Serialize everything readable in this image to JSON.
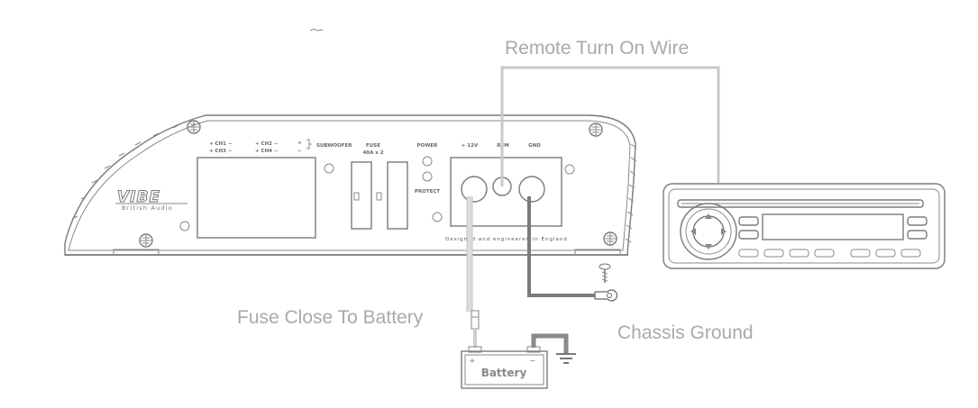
{
  "labels": {
    "remote": "Remote Turn On Wire",
    "fuse": "Fuse Close To Battery",
    "chassis": "Chassis Ground"
  },
  "amplifier": {
    "brand": "VIBE",
    "brand_sub": "British Audio",
    "ch1": "CH1",
    "ch3": "CH3",
    "ch2": "CH2",
    "ch4": "CH4",
    "subwoofer": "SUBWOOFER",
    "fuse_title": "FUSE",
    "fuse_rating": "40A x 2",
    "power": "POWER",
    "protect": "PROTECT",
    "plus12v": "+ 12V",
    "rem": "REM",
    "gnd": "GND",
    "designed": "Designed and engineered in England"
  },
  "battery": {
    "label": "Battery",
    "plus": "+",
    "minus": "−"
  },
  "colors": {
    "wire_12v": "#cfcfcf",
    "wire_gnd": "#7b7b7b",
    "wire_remote": "#c8c8c8",
    "outline": "#7a7a7a"
  }
}
